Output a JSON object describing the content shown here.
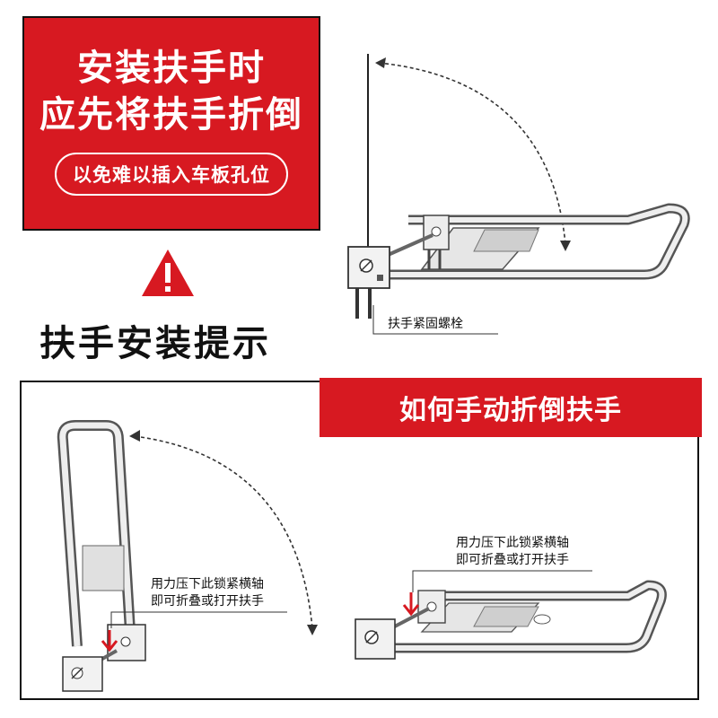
{
  "warning_box": {
    "line1": "安装扶手时",
    "line2": "应先将扶手折倒",
    "pill": "以免难以插入车板孔位"
  },
  "tip_title": "扶手安装提示",
  "top_diagram": {
    "bolt_label": "扶手紧固螺栓"
  },
  "bottom_section": {
    "banner": "如何手动折倒扶手",
    "left_note": [
      "用力压下此锁紧横轴",
      "即可折叠或打开扶手"
    ],
    "right_note": [
      "用力压下此锁紧横轴",
      "即可折叠或打开扶手"
    ]
  },
  "colors": {
    "red": "#d71921",
    "frame": "#111111"
  }
}
